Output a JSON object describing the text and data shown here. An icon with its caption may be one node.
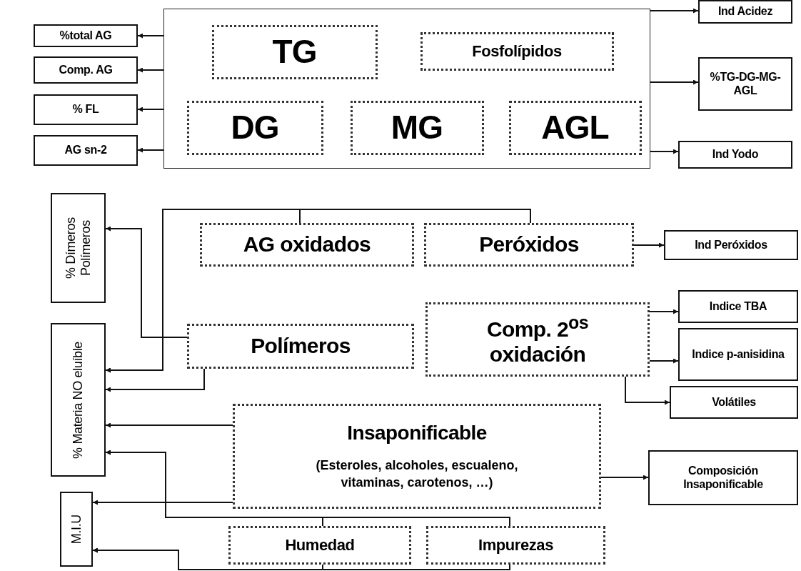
{
  "diagram": {
    "nodes": [
      {
        "text": [],
        "shape": "box"
      },
      {
        "text": [
          "TG"
        ],
        "in": 0
      },
      {
        "text": [
          "Fosfolípidos"
        ],
        "in": 0
      },
      {
        "text": [
          "DG"
        ],
        "in": 0
      },
      {
        "text": [
          "MG"
        ],
        "in": 0
      },
      {
        "text": [
          "AGL"
        ],
        "in": 0
      },
      {
        "text": [
          "%total AG"
        ]
      },
      {
        "text": [
          "Comp. AG"
        ]
      },
      {
        "text": [
          "% FL"
        ]
      },
      {
        "text": [
          "AG sn-2"
        ]
      },
      {
        "text": [
          "Ind Acidez"
        ]
      },
      {
        "text": [
          "%TG-DG-MG-AGL"
        ]
      },
      {
        "text": [
          "Ind Yodo"
        ]
      },
      {
        "text": [
          "% Dímeros Polímeros"
        ]
      },
      {
        "text": [
          "% Materia NO eluíble"
        ]
      },
      {
        "text": [
          "M.I.U"
        ]
      },
      {
        "text": [
          "AG oxidados"
        ]
      },
      {
        "text": [
          "Peróxidos"
        ]
      },
      {
        "text": [
          "Ind Peróxidos"
        ]
      },
      {
        "text": [
          "Polímeros"
        ]
      },
      {
        "text": [
          "Comp. 2$^{os}$ oxidación"
        ]
      },
      {
        "text": [
          "Indice TBA"
        ]
      },
      {
        "text": [
          "Indice p-anisidina"
        ]
      },
      {
        "text": [
          "Volátiles"
        ]
      },
      {
        "text": [
          "Insaponificable",
          "(Esteroles, alcoholes, escualeno, vitaminas, carotenos, …)"
        ]
      },
      {
        "text": [
          "Composición Insaponificable"
        ]
      },
      {
        "text": [
          "Humedad"
        ]
      },
      {
        "text": [
          "Impurezas"
        ]
      }
    ],
    "edges": [
      {
        "from": 0,
        "to": 6,
        "arrow": "to"
      },
      {
        "from": 0,
        "to": 7,
        "arrow": "to"
      },
      {
        "from": 0,
        "to": 8,
        "arrow": "to"
      },
      {
        "from": 0,
        "to": 9,
        "arrow": "to"
      },
      {
        "from": 0,
        "to": 10,
        "arrow": "to"
      },
      {
        "from": 0,
        "to": 11,
        "arrow": "to"
      },
      {
        "from": 0,
        "to": 12,
        "arrow": "to"
      },
      {
        "from": 16,
        "to": 14,
        "arrow": "to"
      },
      {
        "from": 17,
        "to": 14,
        "arrow": "to"
      },
      {
        "from": 19,
        "to": 13,
        "arrow": "to"
      },
      {
        "from": 19,
        "to": 14,
        "arrow": "to"
      },
      {
        "from": 17,
        "to": 18,
        "arrow": "to"
      },
      {
        "from": 20,
        "to": 21,
        "arrow": "to"
      },
      {
        "from": 20,
        "to": 22,
        "arrow": "to"
      },
      {
        "from": 20,
        "to": 23,
        "arrow": "to"
      },
      {
        "from": 24,
        "to": 14,
        "arrow": "to"
      },
      {
        "from": 24,
        "to": 15,
        "arrow": "to"
      },
      {
        "from": 26,
        "to": 14,
        "arrow": "to"
      },
      {
        "from": 27,
        "to": 14,
        "arrow": "to"
      },
      {
        "from": 24,
        "to": 25,
        "arrow": "to"
      },
      {
        "from": 26,
        "to": 15,
        "arrow": "to"
      },
      {
        "from": 27,
        "to": 15,
        "arrow": "to"
      }
    ]
  }
}
